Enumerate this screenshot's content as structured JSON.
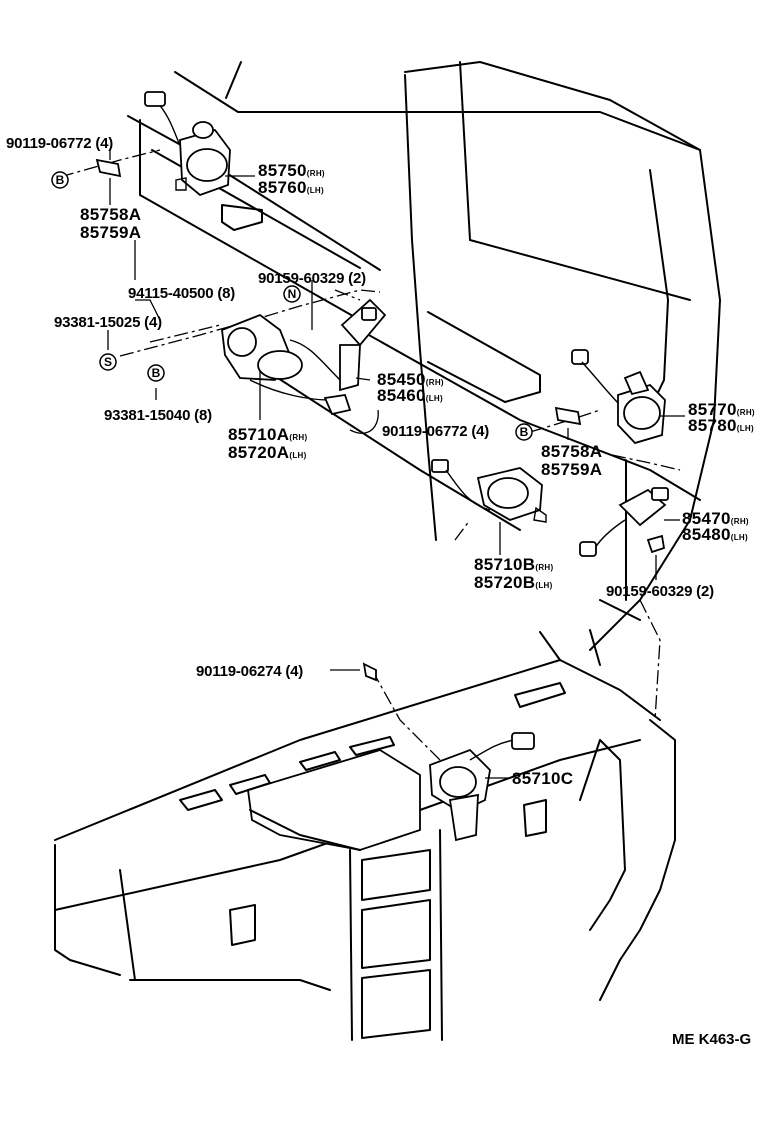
{
  "labels": {
    "p90119_06772_top": "90119-06772 (4)",
    "p85750": "85750",
    "p85760": "85760",
    "p85758a_left": "85758A",
    "p85759a_left": "85759A",
    "p90159_60329_top": "90159-60329 (2)",
    "p94115_40500": "94115-40500 (8)",
    "p93381_15025": "93381-15025 (4)",
    "p85450": "85450",
    "p85460": "85460",
    "p93381_15040": "93381-15040 (8)",
    "p85710a": "85710A",
    "p85720a": "85720A",
    "p90119_06772_mid": "90119-06772 (4)",
    "p85770": "85770",
    "p85780": "85780",
    "p85758a_right": "85758A",
    "p85759a_right": "85759A",
    "p85470": "85470",
    "p85480": "85480",
    "p85710b": "85710B",
    "p85720b": "85720B",
    "p90159_60329_bottom": "90159-60329 (2)",
    "p90119_06274": "90119-06274 (4)",
    "p85710c": "85710C"
  },
  "suffixes": {
    "rh": "(RH)",
    "lh": "(LH)"
  },
  "symbols": {
    "b": "B",
    "n": "N",
    "s": "S"
  },
  "code": "ME K463-G"
}
